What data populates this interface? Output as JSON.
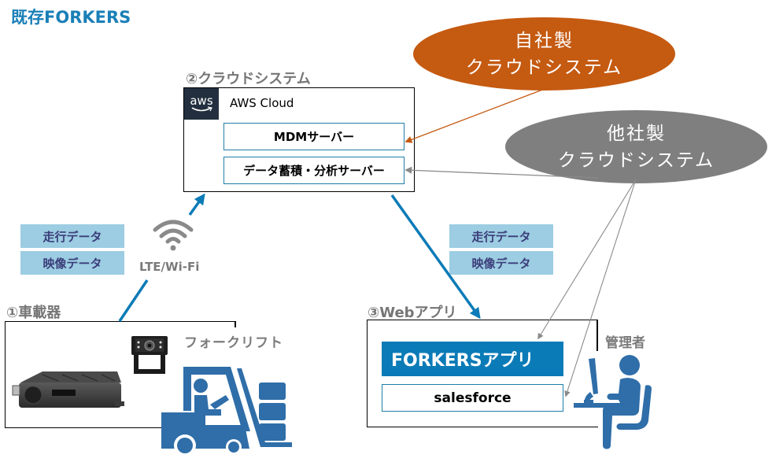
{
  "title": "既存FORKERS",
  "cloud_system": {
    "label": "②クラウドシステム",
    "aws_logo_text": "aws",
    "aws_cloud_label": "AWS Cloud",
    "servers": [
      "MDMサーバー",
      "データ蓄積・分析サーバー"
    ]
  },
  "own_cloud": {
    "line1": "自社製",
    "line2": "クラウドシステム",
    "color": "#c55a11"
  },
  "other_cloud": {
    "line1": "他社製",
    "line2": "クラウドシステム",
    "color": "#7f7f7f"
  },
  "upload_tags": [
    "走行データ",
    "映像データ"
  ],
  "download_tags": [
    "走行データ",
    "映像データ"
  ],
  "network": {
    "label": "LTE/Wi-Fi",
    "icon": "wifi-icon"
  },
  "vehicle_device": {
    "label": "①車載器",
    "forklift_label": "フォークリフト",
    "icons": [
      "dvr-recorder-icon",
      "camera-icon",
      "forklift-icon"
    ]
  },
  "web_app": {
    "label": "③Webアプリ",
    "forkers_app": "FORKERSアプリ",
    "salesforce": "salesforce"
  },
  "admin": {
    "label": "管理者",
    "icon": "admin-at-desk-icon"
  },
  "colors": {
    "accent_blue": "#0b7bb7",
    "tag_bg": "#9ccde2",
    "icon_blue": "#2f6ea8",
    "arrow_orange": "#c55a11",
    "arrow_gray": "#8a8a8a"
  }
}
